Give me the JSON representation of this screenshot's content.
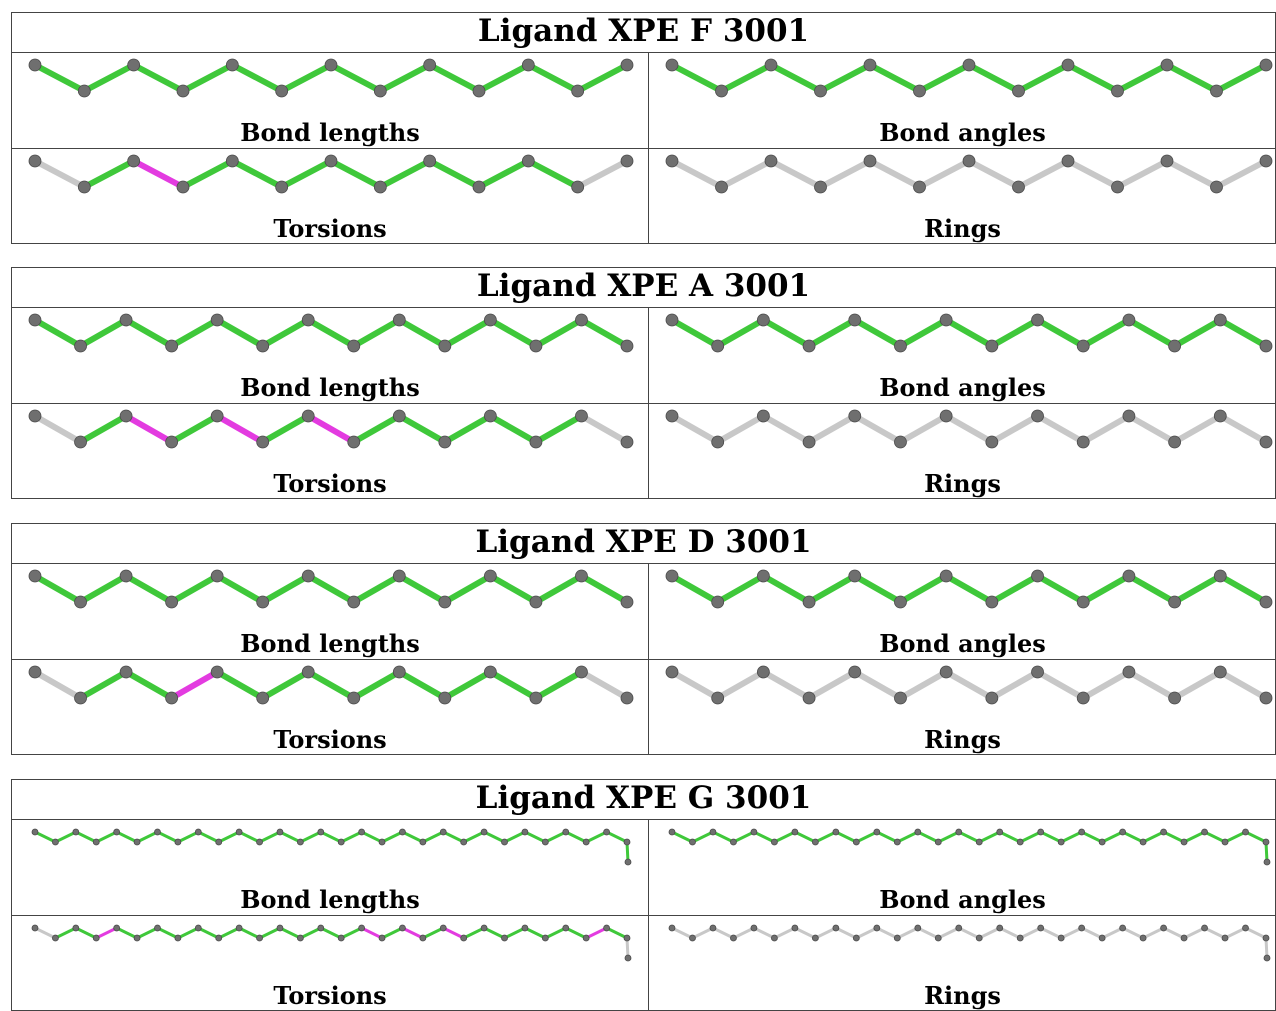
{
  "colors": {
    "green": "#3fc83a",
    "magenta": "#e33be0",
    "grey": "#c8c8c8",
    "atom": "#6f6f6f",
    "border": "#444444"
  },
  "blocks": [
    {
      "title": "Ligand XPE F 3001",
      "panels": [
        {
          "label": "Bond lengths",
          "bonds": [
            "green",
            "green",
            "green",
            "green",
            "green",
            "green",
            "green",
            "green",
            "green",
            "green",
            "green",
            "green"
          ]
        },
        {
          "label": "Bond angles",
          "bonds": [
            "green",
            "green",
            "green",
            "green",
            "green",
            "green",
            "green",
            "green",
            "green",
            "green",
            "green",
            "green"
          ]
        },
        {
          "label": "Torsions",
          "bonds": [
            "grey",
            "green",
            "magenta",
            "green",
            "green",
            "green",
            "green",
            "green",
            "green",
            "green",
            "green",
            "grey"
          ]
        },
        {
          "label": "Rings",
          "bonds": [
            "grey",
            "grey",
            "grey",
            "grey",
            "grey",
            "grey",
            "grey",
            "grey",
            "grey",
            "grey",
            "grey",
            "grey"
          ]
        }
      ]
    },
    {
      "title": "Ligand XPE A 3001",
      "panels": [
        {
          "label": "Bond lengths",
          "bonds": [
            "green",
            "green",
            "green",
            "green",
            "green",
            "green",
            "green",
            "green",
            "green",
            "green",
            "green",
            "green",
            "green"
          ]
        },
        {
          "label": "Bond angles",
          "bonds": [
            "green",
            "green",
            "green",
            "green",
            "green",
            "green",
            "green",
            "green",
            "green",
            "green",
            "green",
            "green",
            "green"
          ]
        },
        {
          "label": "Torsions",
          "bonds": [
            "grey",
            "green",
            "magenta",
            "green",
            "magenta",
            "green",
            "magenta",
            "green",
            "green",
            "green",
            "green",
            "green",
            "grey"
          ]
        },
        {
          "label": "Rings",
          "bonds": [
            "grey",
            "grey",
            "grey",
            "grey",
            "grey",
            "grey",
            "grey",
            "grey",
            "grey",
            "grey",
            "grey",
            "grey",
            "grey"
          ]
        }
      ]
    },
    {
      "title": "Ligand XPE D 3001",
      "panels": [
        {
          "label": "Bond lengths",
          "bonds": [
            "green",
            "green",
            "green",
            "green",
            "green",
            "green",
            "green",
            "green",
            "green",
            "green",
            "green",
            "green",
            "green"
          ]
        },
        {
          "label": "Bond angles",
          "bonds": [
            "green",
            "green",
            "green",
            "green",
            "green",
            "green",
            "green",
            "green",
            "green",
            "green",
            "green",
            "green",
            "green"
          ]
        },
        {
          "label": "Torsions",
          "bonds": [
            "grey",
            "green",
            "green",
            "magenta",
            "green",
            "green",
            "green",
            "green",
            "green",
            "green",
            "green",
            "green",
            "grey"
          ]
        },
        {
          "label": "Rings",
          "bonds": [
            "grey",
            "grey",
            "grey",
            "grey",
            "grey",
            "grey",
            "grey",
            "grey",
            "grey",
            "grey",
            "grey",
            "grey",
            "grey"
          ]
        }
      ]
    },
    {
      "title": "Ligand XPE G 3001",
      "panels": [
        {
          "label": "Bond lengths",
          "bonds": [
            "green",
            "green",
            "green",
            "green",
            "green",
            "green",
            "green",
            "green",
            "green",
            "green",
            "green",
            "green",
            "green",
            "green",
            "green",
            "green",
            "green",
            "green",
            "green",
            "green",
            "green",
            "green",
            "green",
            "green",
            "green",
            "green",
            "green",
            "green",
            "green",
            "green"
          ]
        },
        {
          "label": "Bond angles",
          "bonds": [
            "green",
            "green",
            "green",
            "green",
            "green",
            "green",
            "green",
            "green",
            "green",
            "green",
            "green",
            "green",
            "green",
            "green",
            "green",
            "green",
            "green",
            "green",
            "green",
            "green",
            "green",
            "green",
            "green",
            "green",
            "green",
            "green",
            "green",
            "green",
            "green",
            "green"
          ]
        },
        {
          "label": "Torsions",
          "bonds": [
            "grey",
            "green",
            "green",
            "magenta",
            "green",
            "green",
            "green",
            "green",
            "green",
            "green",
            "green",
            "green",
            "green",
            "green",
            "green",
            "green",
            "magenta",
            "green",
            "magenta",
            "green",
            "magenta",
            "green",
            "green",
            "green",
            "green",
            "green",
            "green",
            "magenta",
            "green",
            "grey"
          ]
        },
        {
          "label": "Rings",
          "bonds": [
            "grey",
            "grey",
            "grey",
            "grey",
            "grey",
            "grey",
            "grey",
            "grey",
            "grey",
            "grey",
            "grey",
            "grey",
            "grey",
            "grey",
            "grey",
            "grey",
            "grey",
            "grey",
            "grey",
            "grey",
            "grey",
            "grey",
            "grey",
            "grey",
            "grey",
            "grey",
            "grey",
            "grey",
            "grey",
            "grey"
          ]
        }
      ]
    }
  ]
}
